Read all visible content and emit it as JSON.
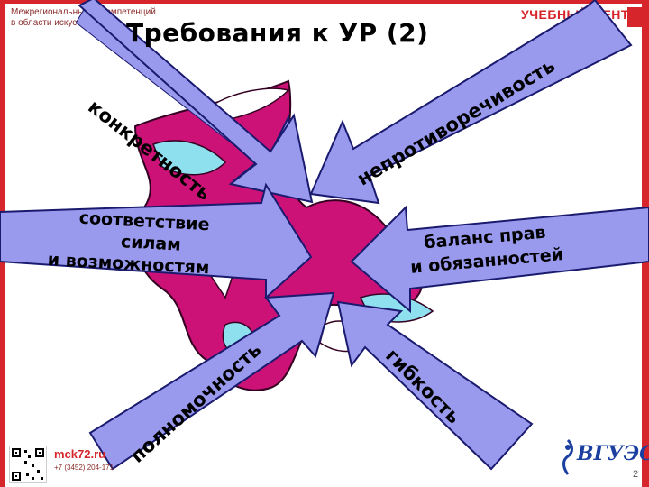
{
  "header": {
    "org_line1": "Межрегиональный ... компетенций",
    "org_line2": "в области искусств...",
    "brand": "УЧЕБНЫЙ ЦЕНТР"
  },
  "title": "Требования к УР (2)",
  "arrows": [
    {
      "label": "конкретность"
    },
    {
      "label": "непротиворечивость"
    },
    {
      "label_lines": [
        "соответствие",
        "силам",
        "и возможностям"
      ]
    },
    {
      "label_lines": [
        "баланс прав",
        "и обязанностей"
      ]
    },
    {
      "label": "полномочность"
    },
    {
      "label": "гибкость"
    }
  ],
  "footer": {
    "site": "mck72.ru",
    "phone": "+7 (3452) 204-171",
    "logo": "ВГУЭС",
    "page_number": "2"
  },
  "colors": {
    "arrow_fill": "#9999ee",
    "arrow_stroke": "#1a1a6e",
    "figure_fill": "#cc1177",
    "frame": "#d7262b"
  }
}
